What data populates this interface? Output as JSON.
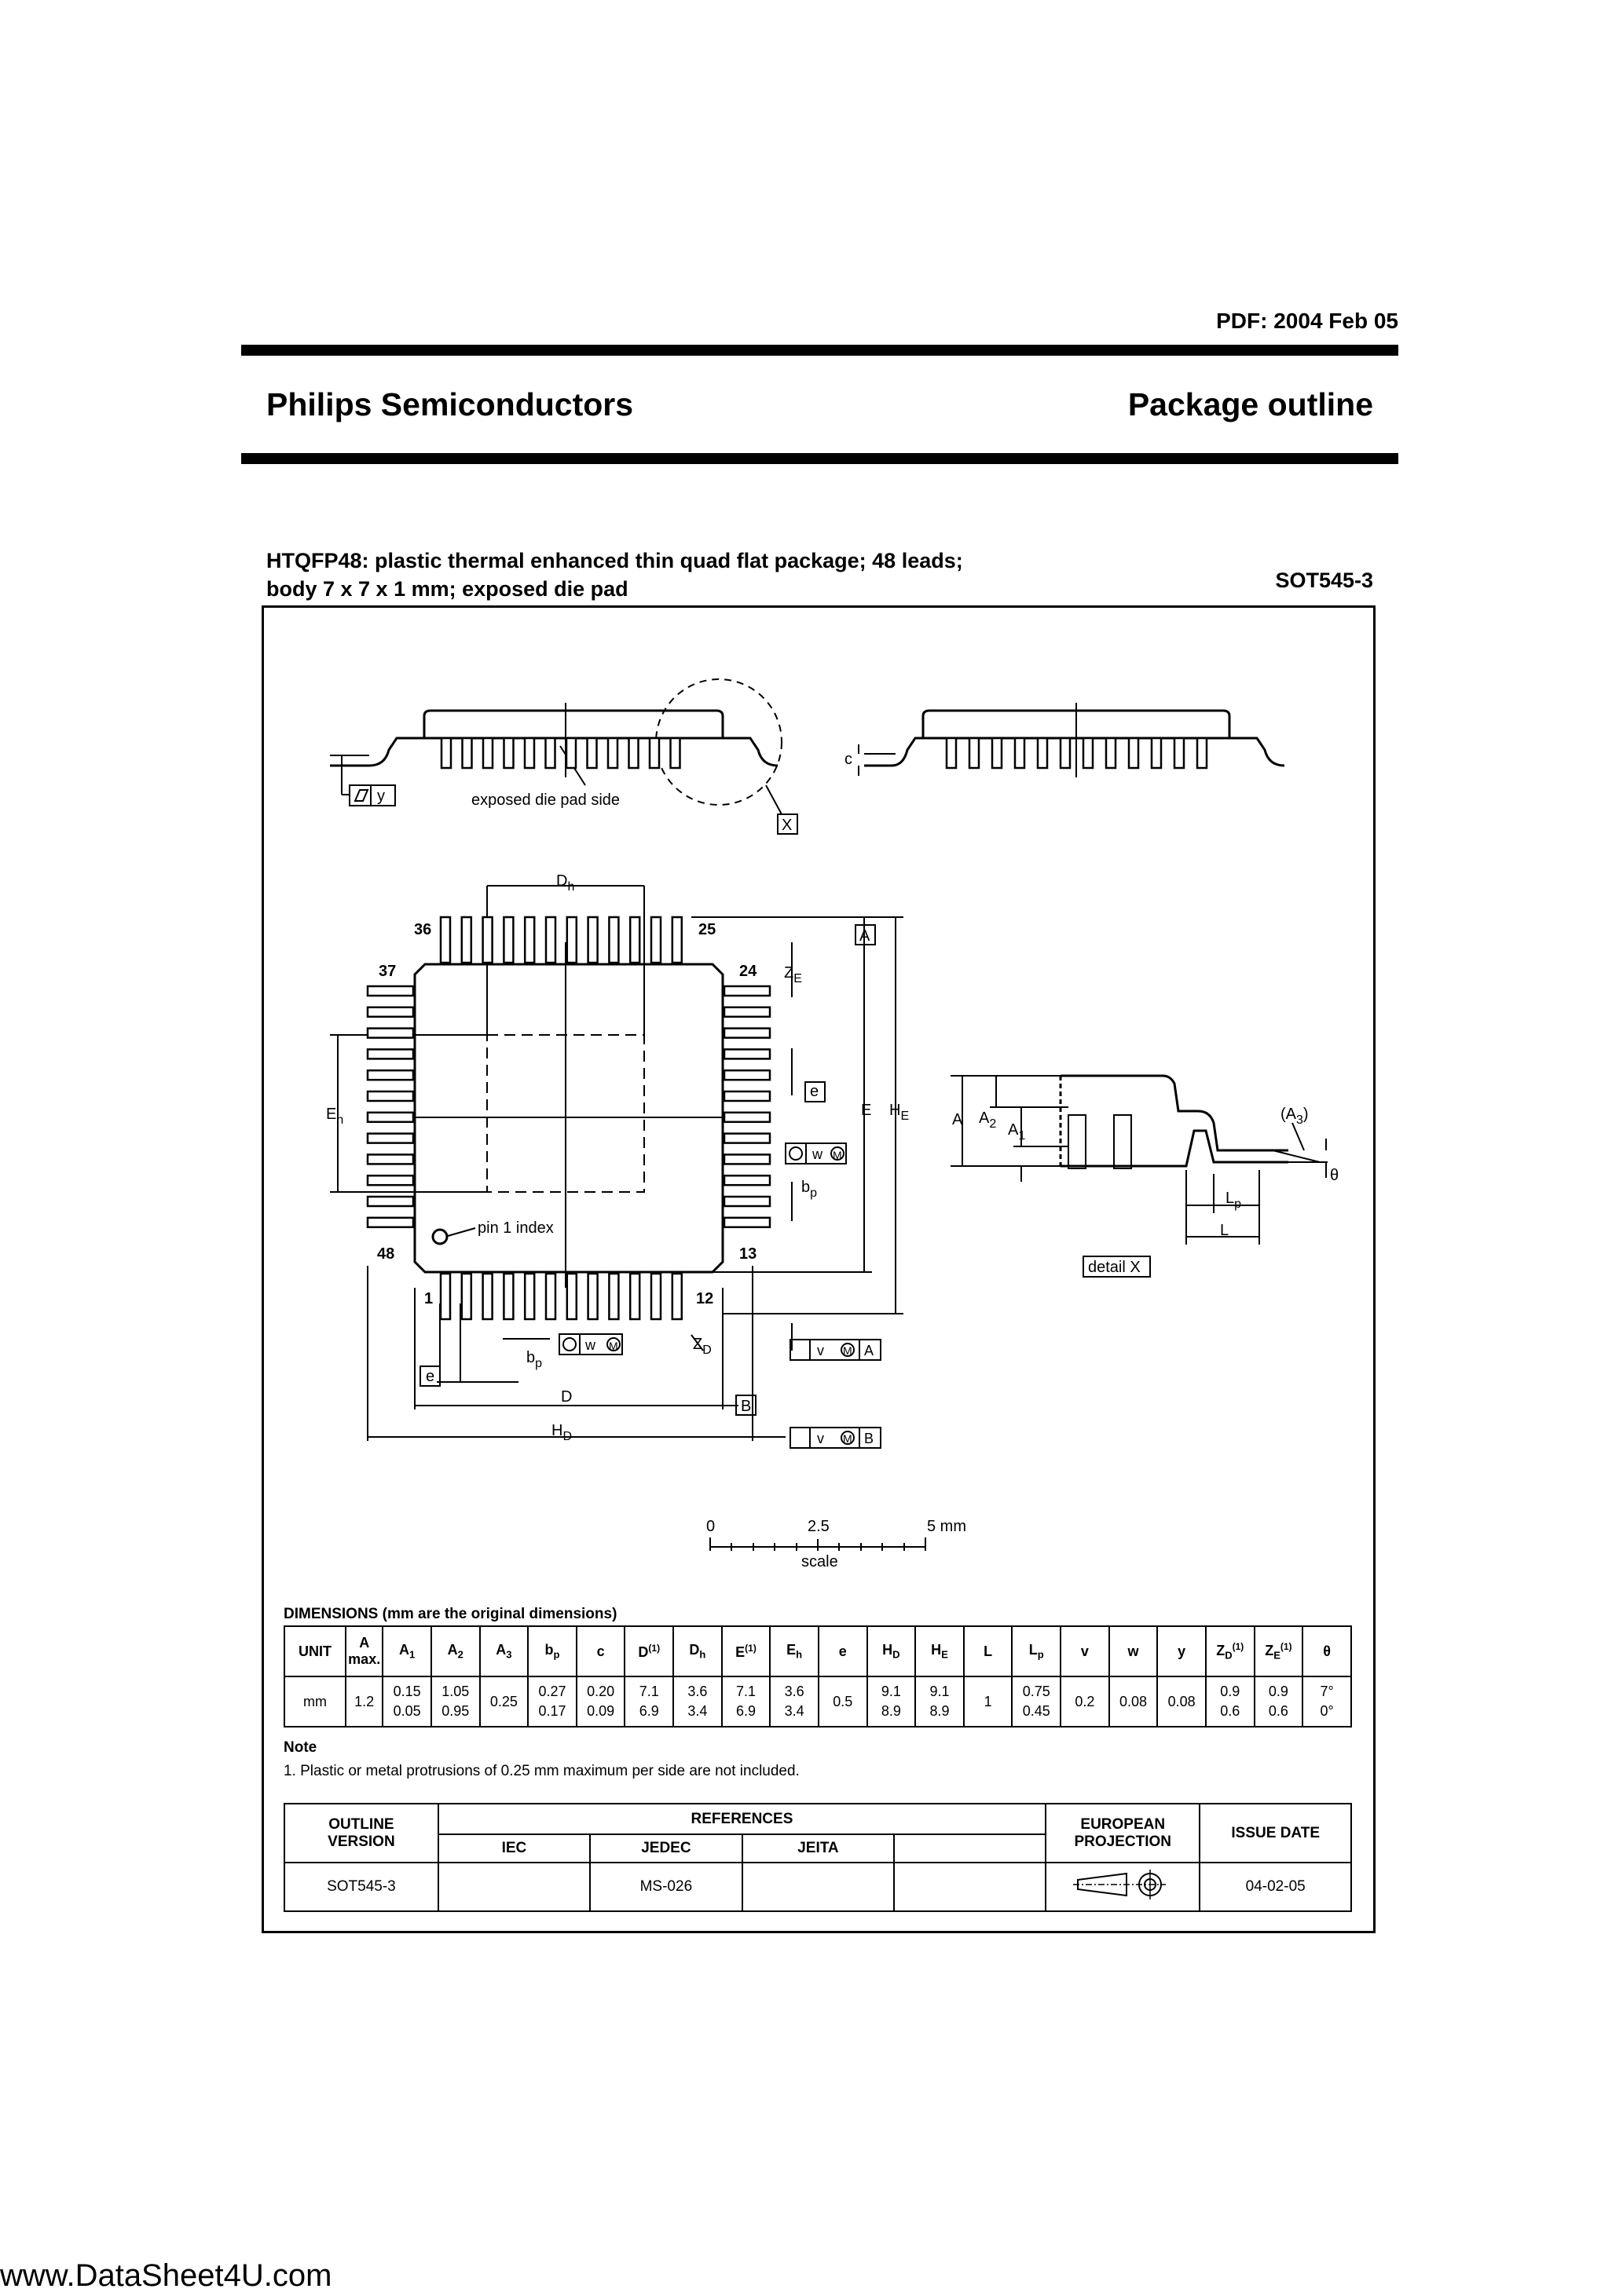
{
  "header": {
    "pdf_date": "PDF: 2004 Feb 05",
    "company": "Philips Semiconductors",
    "section": "Package outline"
  },
  "package": {
    "title_line1": "HTQFP48: plastic thermal enhanced thin quad flat package; 48 leads;",
    "title_line2": "body 7 x 7 x 1 mm; exposed die pad",
    "code": "SOT545-3"
  },
  "drawing": {
    "exposed_pad_label": "exposed die pad side",
    "pin1_label": "pin 1  index",
    "detail_label": "detail X",
    "detail_ref": "X",
    "pins": {
      "p36": "36",
      "p25": "25",
      "p37": "37",
      "p24": "24",
      "p48": "48",
      "p13": "13",
      "p1": "1",
      "p12": "12"
    },
    "labels": {
      "Dh": "D",
      "Dh_sub": "h",
      "Eh": "E",
      "Eh_sub": "h",
      "ZE": "Z",
      "ZE_sub": "E",
      "ZD": "Z",
      "ZD_sub": "D",
      "E": "E",
      "HE": "H",
      "HE_sub": "E",
      "D": "D",
      "HD": "H",
      "HD_sub": "D",
      "e": "e",
      "bp": "b",
      "bp_sub": "p",
      "A": "A",
      "A2": "A",
      "A2_sub": "2",
      "A1": "A",
      "A1_sub": "1",
      "A3": "(A",
      "A3_sub": "3",
      "A3_close": ")",
      "Lp": "L",
      "Lp_sub": "p",
      "L": "L",
      "theta": "θ",
      "c": "c",
      "y": "y",
      "w": "w",
      "v": "v",
      "M": "M",
      "datumA": "A",
      "datumB": "B"
    },
    "scale": {
      "s0": "0",
      "s1": "2.5",
      "s2": "5 mm",
      "label": "scale"
    }
  },
  "dimensions": {
    "title": "DIMENSIONS (mm are the original dimensions)",
    "headers": [
      {
        "t": "UNIT"
      },
      {
        "t": "A",
        "t2": "max."
      },
      {
        "t": "A",
        "sub": "1"
      },
      {
        "t": "A",
        "sub": "2"
      },
      {
        "t": "A",
        "sub": "3"
      },
      {
        "t": "b",
        "sub": "p"
      },
      {
        "t": "c"
      },
      {
        "t": "D",
        "sup": "(1)"
      },
      {
        "t": "D",
        "sub": "h"
      },
      {
        "t": "E",
        "sup": "(1)"
      },
      {
        "t": "E",
        "sub": "h"
      },
      {
        "t": "e"
      },
      {
        "t": "H",
        "sub": "D"
      },
      {
        "t": "H",
        "sub": "E"
      },
      {
        "t": "L"
      },
      {
        "t": "L",
        "sub": "p"
      },
      {
        "t": "v"
      },
      {
        "t": "w"
      },
      {
        "t": "y"
      },
      {
        "t": "Z",
        "sub": "D",
        "sup": "(1)"
      },
      {
        "t": "Z",
        "sub": "E",
        "sup": "(1)"
      },
      {
        "t": "θ"
      }
    ],
    "row": [
      {
        "v": "mm"
      },
      {
        "v": "1.2"
      },
      {
        "v": "0.15",
        "v2": "0.05"
      },
      {
        "v": "1.05",
        "v2": "0.95"
      },
      {
        "v": "0.25"
      },
      {
        "v": "0.27",
        "v2": "0.17"
      },
      {
        "v": "0.20",
        "v2": "0.09"
      },
      {
        "v": "7.1",
        "v2": "6.9"
      },
      {
        "v": "3.6",
        "v2": "3.4"
      },
      {
        "v": "7.1",
        "v2": "6.9"
      },
      {
        "v": "3.6",
        "v2": "3.4"
      },
      {
        "v": "0.5"
      },
      {
        "v": "9.1",
        "v2": "8.9"
      },
      {
        "v": "9.1",
        "v2": "8.9"
      },
      {
        "v": "1"
      },
      {
        "v": "0.75",
        "v2": "0.45"
      },
      {
        "v": "0.2"
      },
      {
        "v": "0.08"
      },
      {
        "v": "0.08"
      },
      {
        "v": "0.9",
        "v2": "0.6"
      },
      {
        "v": "0.9",
        "v2": "0.6"
      },
      {
        "v": "7°",
        "v2": "0°"
      }
    ]
  },
  "note": {
    "title": "Note",
    "text": "1. Plastic or metal protrusions of 0.25 mm maximum per side are not included."
  },
  "references": {
    "outline_version_l1": "OUTLINE",
    "outline_version_l2": "VERSION",
    "references_label": "REFERENCES",
    "iec_label": "IEC",
    "jedec_label": "JEDEC",
    "jeita_label": "JEITA",
    "european_l1": "EUROPEAN",
    "european_l2": "PROJECTION",
    "issue_date_label": "ISSUE DATE",
    "outline_version": "SOT545-3",
    "iec": "",
    "jedec": "MS-026",
    "jeita": "",
    "issue_date": "04-02-05"
  },
  "footer": {
    "watermark": "www.DataSheet4U.com"
  }
}
